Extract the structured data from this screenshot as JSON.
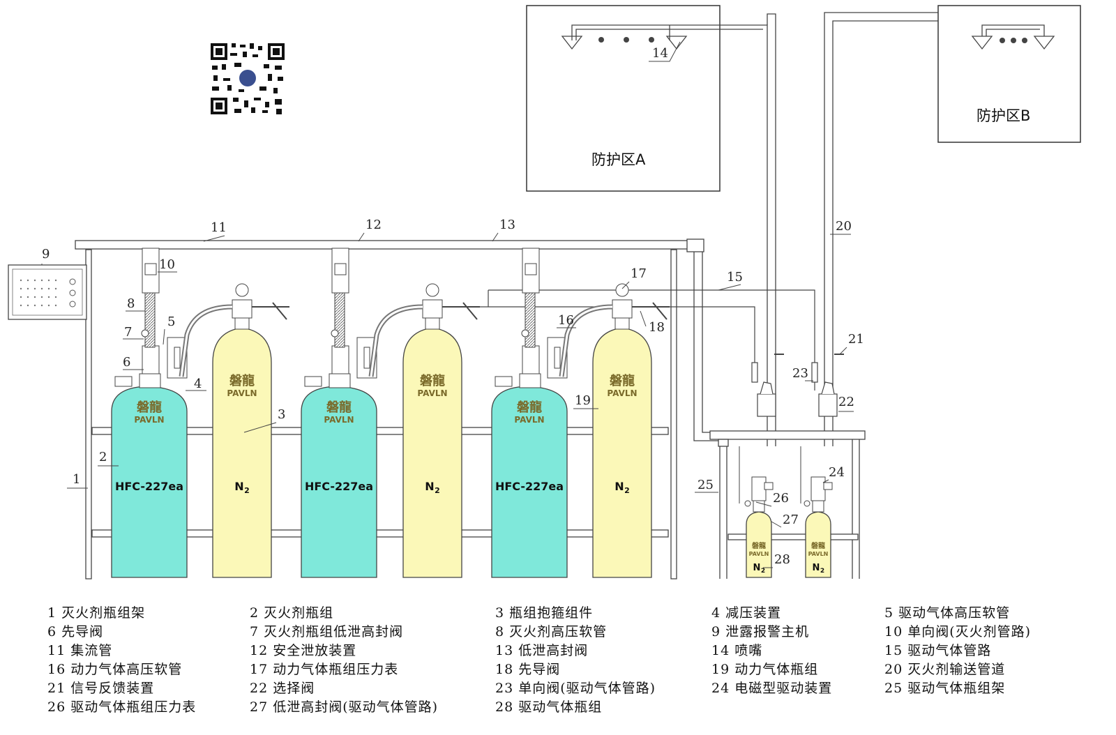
{
  "zones": {
    "a": "防护区A",
    "b": "防护区B"
  },
  "agent_label": "HFC-227ea",
  "n2_label": "N",
  "n2_sub": "2",
  "brand": {
    "cn": "磐龍",
    "en": "PAVLN"
  },
  "callouts": {
    "c1": "1",
    "c2": "2",
    "c3": "3",
    "c4": "4",
    "c5": "5",
    "c6": "6",
    "c7": "7",
    "c8": "8",
    "c9": "9",
    "c10": "10",
    "c11": "11",
    "c12": "12",
    "c13": "13",
    "c14": "14",
    "c15": "15",
    "c16": "16",
    "c17": "17",
    "c18": "18",
    "c19": "19",
    "c20": "20",
    "c21": "21",
    "c22": "22",
    "c23": "23",
    "c24": "24",
    "c25": "25",
    "c26": "26",
    "c27": "27",
    "c28": "28"
  },
  "legend": [
    [
      "1 灭火剂瓶组架",
      "2 灭火剂瓶组",
      "3 瓶组抱箍组件",
      "4 减压装置",
      "5 驱动气体高压软管"
    ],
    [
      "6 先导阀",
      "7 灭火剂瓶组低泄高封阀",
      "8 灭火剂高压软管",
      "9 泄露报警主机",
      "10 单向阀(灭火剂管路)"
    ],
    [
      "11 集流管",
      "12 安全泄放装置",
      "13 低泄高封阀",
      "14 喷嘴",
      "15 驱动气体管路"
    ],
    [
      "16 动力气体高压软管",
      "17 动力气体瓶组压力表",
      "18 先导阀",
      "19 动力气体瓶组",
      "20 灭火剂输送管道"
    ],
    [
      "21 信号反馈装置",
      "22 选择阀",
      "23 单向阀(驱动气体管路)",
      "24 电磁型驱动装置",
      "25 驱动气体瓶组架"
    ],
    [
      "26 驱动气体瓶组压力表",
      "27 低泄高封阀(驱动气体管路)",
      "28 驱动气体瓶组"
    ]
  ],
  "colors": {
    "agent": "#7fe8da",
    "n2": "#fbf8b8",
    "line": "#333333"
  }
}
